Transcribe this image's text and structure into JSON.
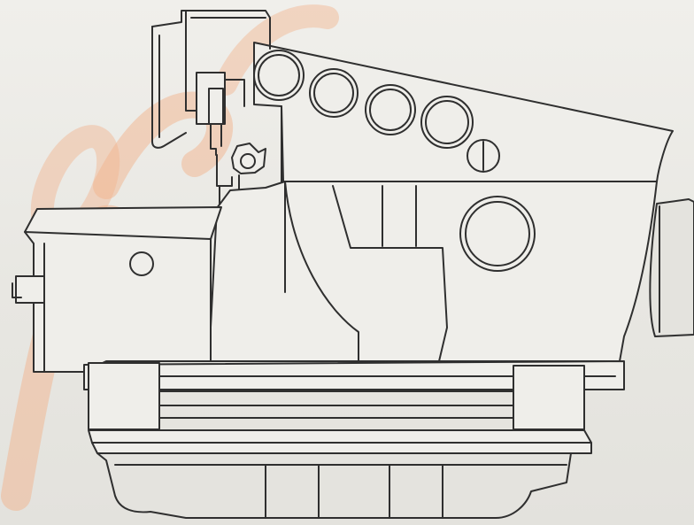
{
  "figure": {
    "watermark": {
      "fill": "#f2b48e",
      "opacity": 0.55
    },
    "colors": {
      "line": "#2f2f2f",
      "paper": "#eeede9"
    },
    "components": [
      "engine-block-drawing",
      "oil-pan",
      "gearbox-housing",
      "injection-pump",
      "rocker-cover",
      "flywheel-housing"
    ]
  }
}
